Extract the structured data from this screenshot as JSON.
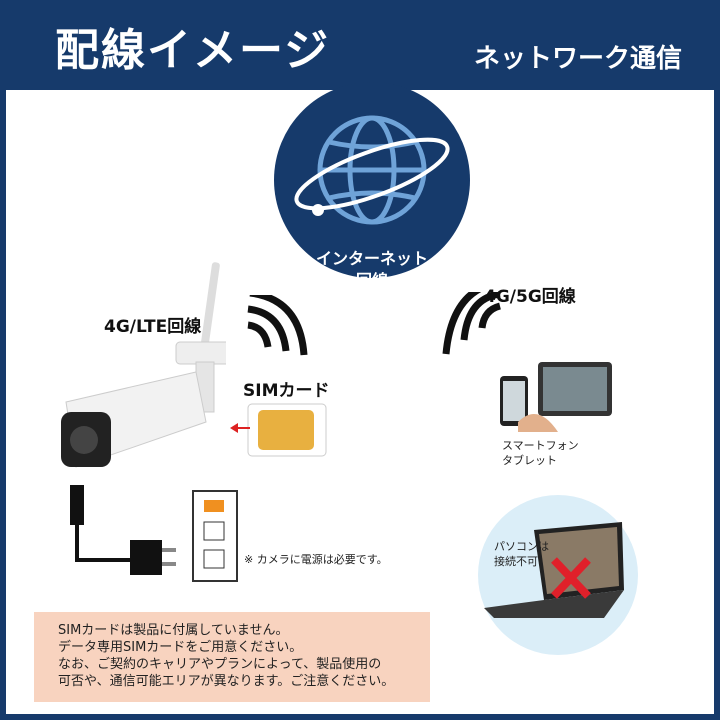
{
  "header": {
    "title": "配線イメージ",
    "subtitle": "ネットワーク通信"
  },
  "globe": {
    "label_line1": "インターネット",
    "label_line2": "回線"
  },
  "camera_side": {
    "connection_label": "4G/LTE回線",
    "sim_label": "SIMカード",
    "power_note": "※ カメラに電源は必要です。"
  },
  "device_side": {
    "connection_label": "4G/5G回線",
    "smartphone_line1": "スマートフォン",
    "smartphone_line2": "タブレット",
    "pc_line1": "パソコンは",
    "pc_line2": "接続不可"
  },
  "note": {
    "lines": [
      "SIMカードは製品に付属していません。",
      "データ専用SIMカードをご用意ください。",
      "なお、ご契約のキャリアやプランによって、製品使用の",
      "可否や、通信可能エリアが異なります。ご注意ください。"
    ]
  },
  "colors": {
    "navy": "#163a6b",
    "note_bg": "#f8d3bf",
    "cross": "#e0202a",
    "sim_gold": "#e8b040"
  }
}
